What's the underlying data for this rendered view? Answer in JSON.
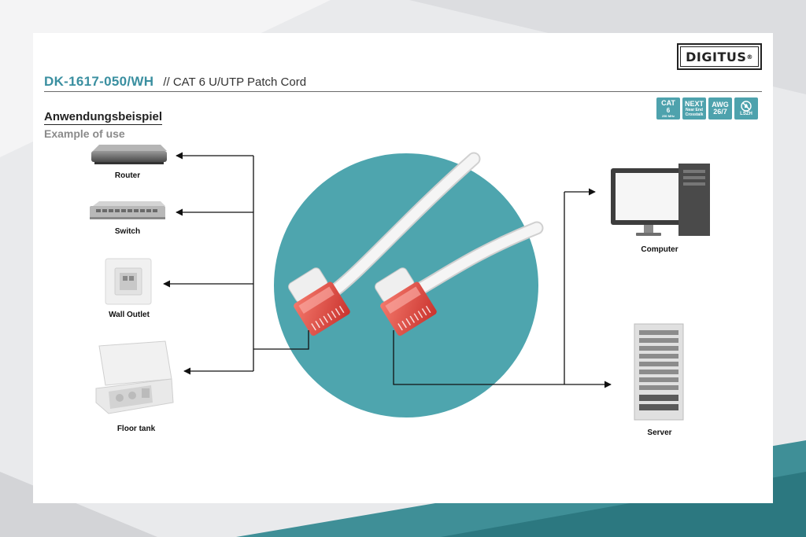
{
  "brand": {
    "logo_text": "DIGITUS",
    "registered": "®"
  },
  "product": {
    "code": "DK-1617-050/WH",
    "description": "// CAT 6 U/UTP Patch Cord"
  },
  "badges": [
    {
      "line1": "CAT",
      "line2": "6",
      "line3": "250 MHz"
    },
    {
      "line1": "NEXT",
      "line2": "Near End",
      "line3": "Crosstalk"
    },
    {
      "line1": "AWG",
      "line2": "26/7",
      "line3": ""
    },
    {
      "line1": "",
      "line2": "",
      "line3": "LSZH"
    }
  ],
  "section": {
    "title_de": "Anwendungsbeispiel",
    "title_en": "Example of use"
  },
  "devices_left": [
    {
      "label": "Router"
    },
    {
      "label": "Switch"
    },
    {
      "label": "Wall Outlet"
    },
    {
      "label": "Floor tank"
    }
  ],
  "devices_right": [
    {
      "label": "Computer"
    },
    {
      "label": "Server"
    }
  ],
  "colors": {
    "accent": "#3a8fa0",
    "circle": "#4ea5ae",
    "cable": "#f2f2f2",
    "connector": "#e9584f",
    "badge": "#4ea2ad"
  }
}
